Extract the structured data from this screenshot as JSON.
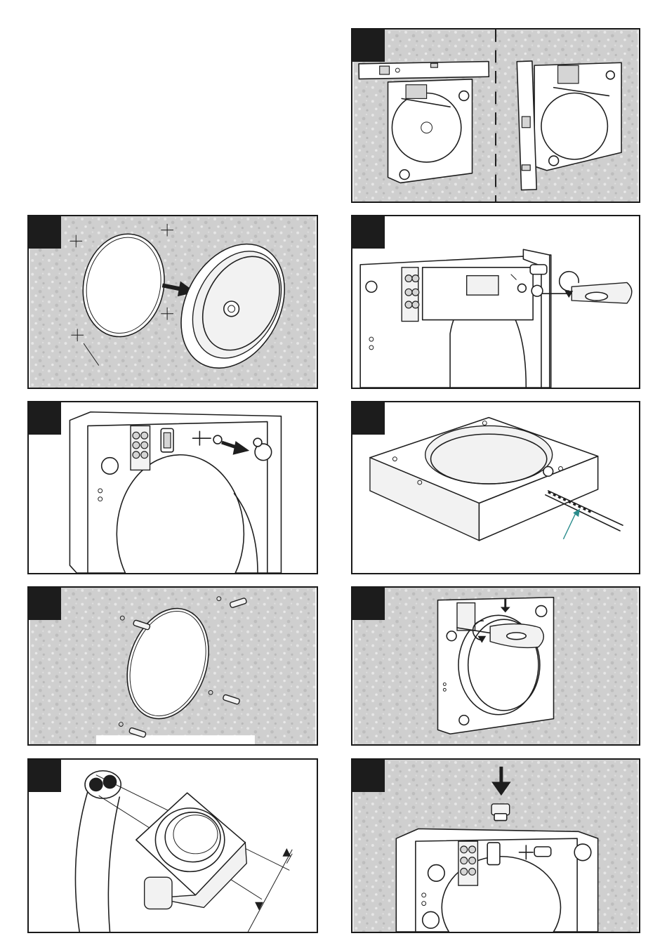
{
  "page": {
    "background": "#ffffff"
  },
  "colors": {
    "frame": "#1a1a1a",
    "wall_texture": "#cfcfcf",
    "step_tab": "#1c1c1c",
    "cable_arrow": "#2a8c8c"
  },
  "steps": [
    {
      "id": "level-check",
      "number": "",
      "icons": [
        "spirit-level-icon",
        "base-plate-icon"
      ]
    },
    {
      "id": "wall-opening",
      "number": "",
      "icons": [
        "wall-hole-icon",
        "duct-spigot-icon",
        "arrow-icon"
      ]
    },
    {
      "id": "unscrew-cover",
      "number": "",
      "icons": [
        "screwdriver-icon",
        "rotate-ccw-icon"
      ]
    },
    {
      "id": "remove-clamp",
      "number": "",
      "icons": [
        "cable-clamp-icon",
        "arrow-icon"
      ]
    },
    {
      "id": "cable-entry",
      "number": "",
      "icons": [
        "cable-icon",
        "pointer-arrow-icon"
      ]
    },
    {
      "id": "wall-plugs",
      "number": "",
      "icons": [
        "wall-plug-icon"
      ]
    },
    {
      "id": "fix-base",
      "number": "",
      "icons": [
        "screwdriver-icon",
        "rotate-cw-icon"
      ]
    },
    {
      "id": "duct-sizing",
      "number": "",
      "icons": [
        "duct-icon",
        "dimension-arrow-icon"
      ]
    },
    {
      "id": "fit-grommet",
      "number": "",
      "icons": [
        "grommet-icon",
        "down-arrow-icon"
      ]
    }
  ]
}
